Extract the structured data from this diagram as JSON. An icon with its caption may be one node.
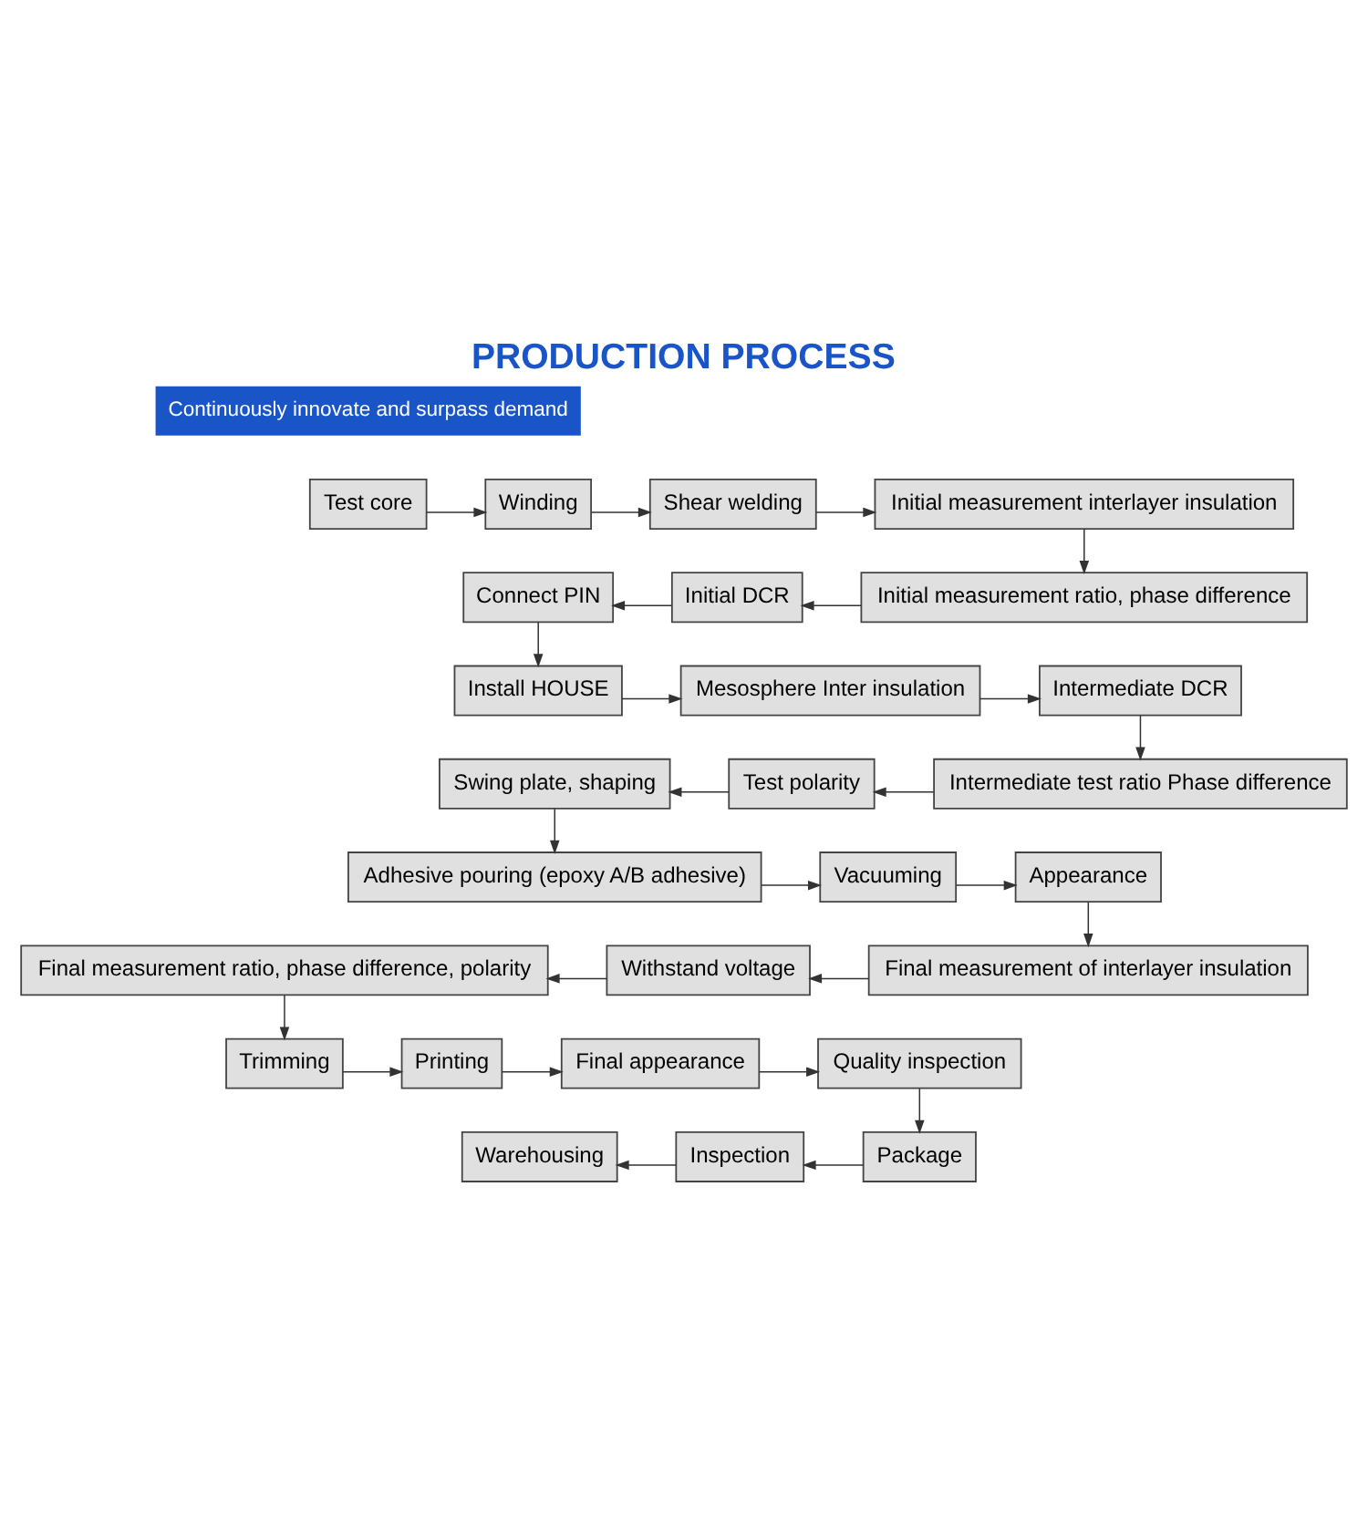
{
  "diagram": {
    "title": "PRODUCTION PROCESS",
    "nodes": [
      {
        "text": [
          "Test core"
        ]
      },
      {
        "text": [
          "Winding"
        ]
      },
      {
        "text": [
          "Shear welding"
        ]
      },
      {
        "text": [
          "Initial measurement interlayer insulation"
        ]
      },
      {
        "text": [
          "Connect PIN"
        ]
      },
      {
        "text": [
          "Initial DCR"
        ]
      },
      {
        "text": [
          "Initial measurement ratio, phase difference"
        ]
      },
      {
        "text": [
          "Install HOUSE"
        ]
      },
      {
        "text": [
          "Mesosphere Inter insulation"
        ]
      },
      {
        "text": [
          "Intermediate DCR"
        ]
      },
      {
        "text": [
          "Swing plate, shaping"
        ]
      },
      {
        "text": [
          "Test polarity"
        ]
      },
      {
        "text": [
          "Intermediate test ratio Phase difference"
        ]
      },
      {
        "text": [
          "Adhesive pouring (epoxy A/B adhesive)"
        ]
      },
      {
        "text": [
          "Vacuuming"
        ]
      },
      {
        "text": [
          "Appearance"
        ]
      },
      {
        "text": [
          "Final measurement ratio, phase difference, polarity"
        ]
      },
      {
        "text": [
          "Withstand voltage"
        ]
      },
      {
        "text": [
          "Final measurement of interlayer insulation"
        ]
      },
      {
        "text": [
          "Trimming"
        ]
      },
      {
        "text": [
          "Printing"
        ]
      },
      {
        "text": [
          "Final appearance"
        ]
      },
      {
        "text": [
          "Quality inspection"
        ]
      },
      {
        "text": [
          "Warehousing"
        ]
      },
      {
        "text": [
          "Inspection"
        ]
      },
      {
        "text": [
          "Package"
        ]
      }
    ],
    "edges": [
      {
        "from": 0,
        "to": 1,
        "arrow": "to"
      },
      {
        "from": 1,
        "to": 2,
        "arrow": "to"
      },
      {
        "from": 2,
        "to": 3,
        "arrow": "to"
      },
      {
        "from": 3,
        "to": 6,
        "arrow": "to"
      },
      {
        "from": 6,
        "to": 5,
        "arrow": "to"
      },
      {
        "from": 5,
        "to": 4,
        "arrow": "to"
      },
      {
        "from": 4,
        "to": 7,
        "arrow": "to"
      },
      {
        "from": 7,
        "to": 8,
        "arrow": "to"
      },
      {
        "from": 8,
        "to": 9,
        "arrow": "to"
      },
      {
        "from": 9,
        "to": 12,
        "arrow": "to"
      },
      {
        "from": 12,
        "to": 11,
        "arrow": "to"
      },
      {
        "from": 11,
        "to": 10,
        "arrow": "to"
      },
      {
        "from": 10,
        "to": 13,
        "arrow": "to"
      },
      {
        "from": 13,
        "to": 14,
        "arrow": "to"
      },
      {
        "from": 14,
        "to": 15,
        "arrow": "to"
      },
      {
        "from": 15,
        "to": 18,
        "arrow": "to"
      },
      {
        "from": 18,
        "to": 17,
        "arrow": "to"
      },
      {
        "from": 17,
        "to": 16,
        "arrow": "to"
      },
      {
        "from": 16,
        "to": 19,
        "arrow": "to"
      },
      {
        "from": 19,
        "to": 20,
        "arrow": "to"
      },
      {
        "from": 20,
        "to": 21,
        "arrow": "to"
      },
      {
        "from": 21,
        "to": 22,
        "arrow": "to"
      },
      {
        "from": 22,
        "to": 25,
        "arrow": "to"
      },
      {
        "from": 25,
        "to": 24,
        "arrow": "to"
      },
      {
        "from": 24,
        "to": 23,
        "arrow": "to"
      }
    ],
    "labels": [
      "Continuously innovate and surpass demand"
    ]
  }
}
